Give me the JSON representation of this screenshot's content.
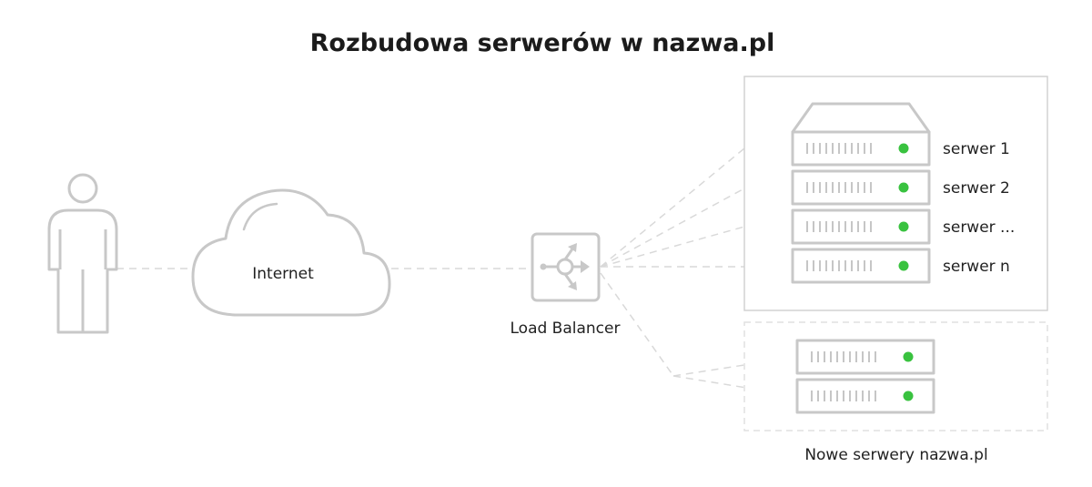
{
  "diagram": {
    "title": "Rozbudowa serwerów w nazwa.pl",
    "nodes": {
      "internet": "Internet",
      "load_balancer": "Load Balancer"
    },
    "existing_servers": [
      {
        "label": "serwer 1"
      },
      {
        "label": "serwer 2"
      },
      {
        "label": "serwer ..."
      },
      {
        "label": "serwer n"
      }
    ],
    "new_servers_caption": "Nowe serwery nazwa.pl",
    "colors": {
      "status_led": "#39c23f",
      "outline": "#c8c8c8",
      "connector": "#d9d9d9"
    }
  }
}
